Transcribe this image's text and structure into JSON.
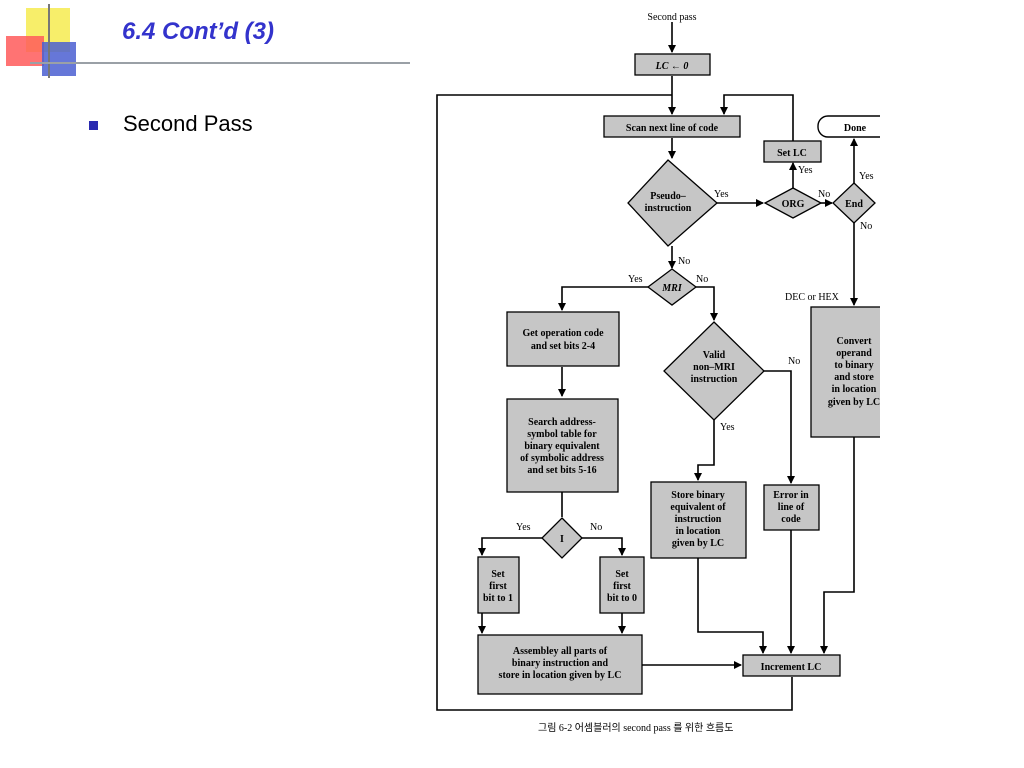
{
  "slide": {
    "title": "6.4 Cont’d (3)",
    "bullets": [
      "Second Pass"
    ]
  },
  "diagram": {
    "caption": "그림 6-2   어셈블러의 second pass 를 위한 흐름도",
    "start_label": "Second pass",
    "nodes": {
      "lc_zero": [
        "LC ← 0"
      ],
      "scan": [
        "Scan next line of code"
      ],
      "set_lc": [
        "Set LC"
      ],
      "done": [
        "Done"
      ],
      "pseudo": [
        "Pseudo–",
        "instruction"
      ],
      "org": [
        "ORG"
      ],
      "end": [
        "End"
      ],
      "mri": [
        "MRI"
      ],
      "get_opcode": [
        "Get operation code",
        "and set bits 2-4"
      ],
      "valid_nonmri": [
        "Valid",
        "non–MRI",
        "instruction"
      ],
      "convert": [
        "Convert",
        "operand",
        "to binary",
        "and store",
        "in location",
        "given by LC"
      ],
      "search_table": [
        "Search address-",
        "symbol table for",
        "binary equivalent",
        "of symbolic address",
        "and set bits 5-16"
      ],
      "store_binary": [
        "Store binary",
        "equivalent of",
        "instruction",
        "in location",
        "given by  LC"
      ],
      "error": [
        "Error in",
        "line of",
        "code"
      ],
      "i_decision": [
        "I"
      ],
      "set_bit1": [
        "Set",
        "first",
        "bit to 1"
      ],
      "set_bit0": [
        "Set",
        "first",
        "bit to 0"
      ],
      "assemble": [
        "Assembley all parts of",
        "binary instruction and",
        "store in location given by LC"
      ],
      "increment": [
        "Increment LC"
      ]
    },
    "edge_labels": {
      "pseudo_yes": "Yes",
      "pseudo_no": "No",
      "org_yes": "Yes",
      "org_no": "No",
      "end_yes": "Yes",
      "end_no": "No",
      "dec_hex": "DEC or HEX",
      "mri_yes": "Yes",
      "mri_no": "No",
      "valid_yes": "Yes",
      "valid_no": "No",
      "i_yes": "Yes",
      "i_no": "No"
    }
  }
}
